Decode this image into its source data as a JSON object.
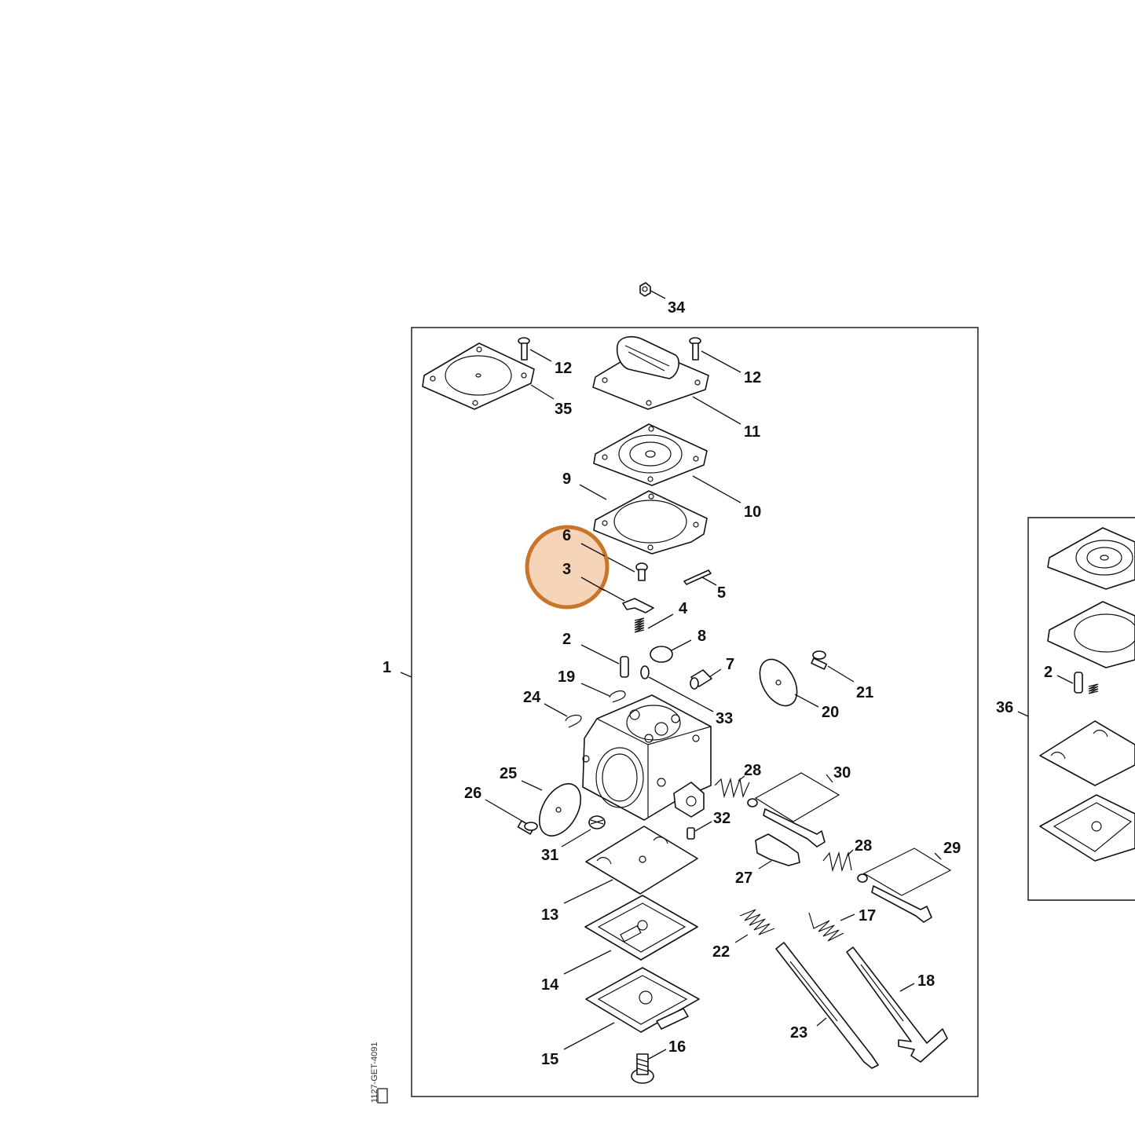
{
  "diagram": {
    "labels": {
      "l1": "1",
      "l2": "2",
      "l3": "3",
      "l4": "4",
      "l5": "5",
      "l6": "6",
      "l7": "7",
      "l8": "8",
      "l9": "9",
      "l10": "10",
      "l11": "11",
      "l12a": "12",
      "l12b": "12",
      "l13": "13",
      "l14": "14",
      "l15": "15",
      "l16": "16",
      "l17": "17",
      "l18": "18",
      "l19": "19",
      "l20": "20",
      "l21": "21",
      "l22": "22",
      "l23": "23",
      "l24": "24",
      "l25": "25",
      "l26": "26",
      "l27": "27",
      "l28a": "28",
      "l28b": "28",
      "l29": "29",
      "l30": "30",
      "l31": "31",
      "l32": "32",
      "l33": "33",
      "l34": "34",
      "l35": "35",
      "l36": "36",
      "l2b": "2"
    },
    "drawing_code": "1127-GET-4091",
    "highlight_color": "#c8762a",
    "highlight_fill": "#f2c9a5"
  }
}
